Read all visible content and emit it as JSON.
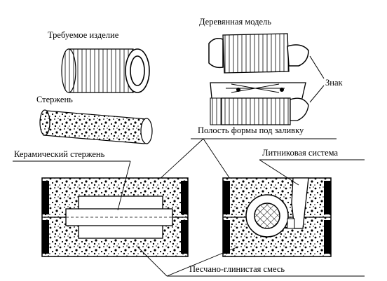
{
  "labels": {
    "required_part": "Требуемое изделие",
    "wooden_model": "Деревянная модель",
    "core": "Стержень",
    "mark": "Знак",
    "mold_cavity": "Полость формы под заливку",
    "ceramic_core": "Керамический стержень",
    "gating_system": "Литниковая система",
    "sand_clay_mix": "Песчано-глинистая смесь"
  }
}
